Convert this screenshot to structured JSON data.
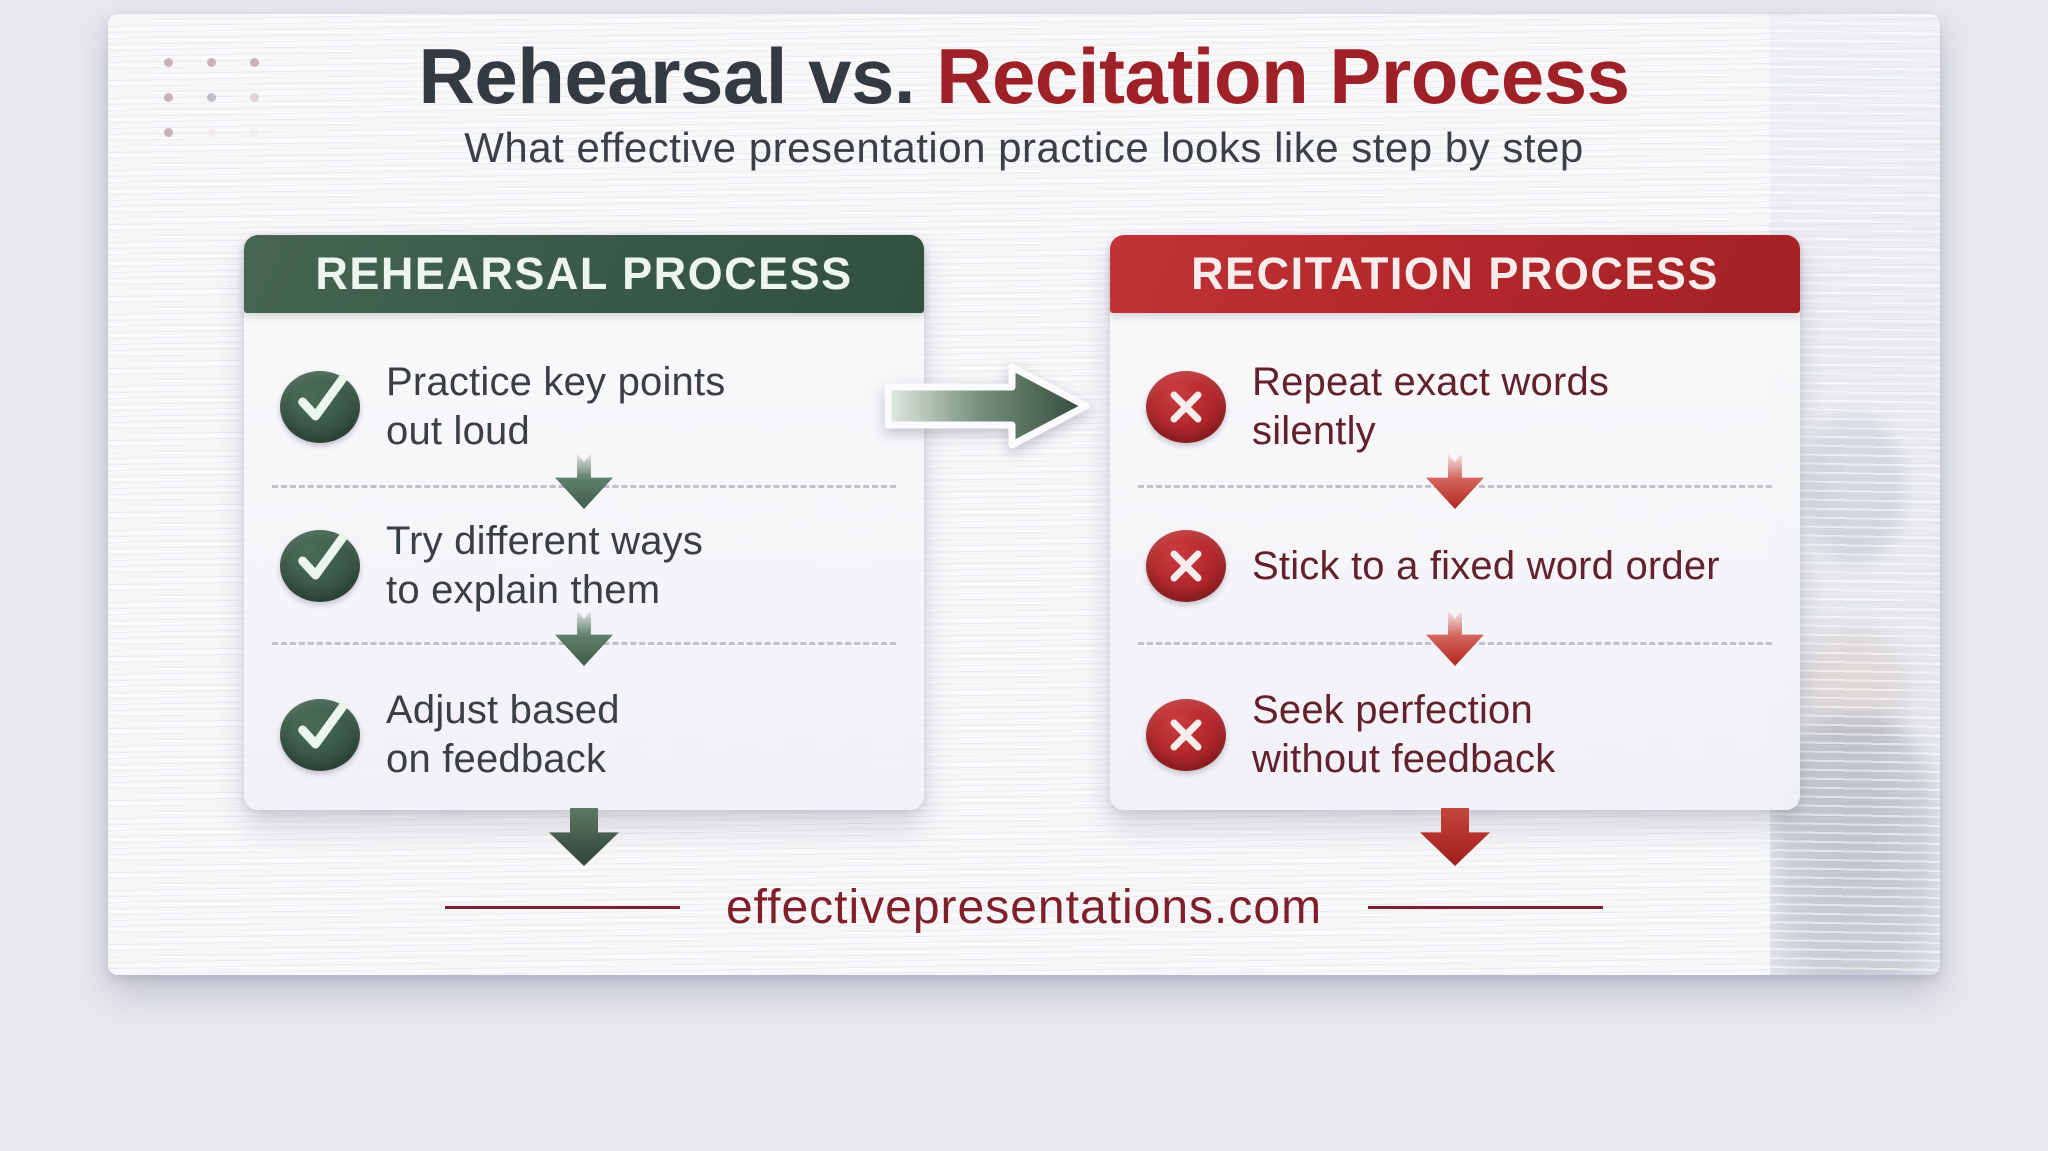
{
  "colors": {
    "page_bg": "#e8e9ef",
    "slide_bg": "#f7f6f8",
    "green_dark": "#3b5a4a",
    "green_deep": "#2f4a3c",
    "red_header": "#b4282c",
    "red_deep": "#951f23",
    "title_dark": "#343a41",
    "title_red": "#9e2127",
    "body_text": "#3a3e45",
    "maroon_text": "#63212e",
    "footer_red": "#7e1f2a"
  },
  "icons": {
    "left_item_icon": "check-icon",
    "right_item_icon": "x-icon",
    "flow_arrow": "arrow-right-icon",
    "step_arrow": "chevron-down-icon",
    "exit_arrow": "arrow-down-icon",
    "decoration": "dot-grid"
  },
  "slide": {
    "title_part1": "Rehearsal vs. ",
    "title_part2": "Recitation Process",
    "subtitle": "What effective presentation practice looks like step by step",
    "footer_site": "effectivepresentations.com",
    "left_panel": {
      "header": "REHEARSAL PROCESS",
      "items": [
        {
          "line1": "Practice key points",
          "line2": "out loud"
        },
        {
          "line1": "Try different ways",
          "line2": "to explain them"
        },
        {
          "line1": "Adjust based",
          "line2": "on feedback"
        }
      ]
    },
    "right_panel": {
      "header": "RECITATION PROCESS",
      "items": [
        {
          "line1": "Repeat exact words",
          "line2": "silently"
        },
        {
          "line1": "Stick to a fixed word order",
          "line2": ""
        },
        {
          "line1": "Seek perfection",
          "line2": "without feedback"
        }
      ]
    }
  }
}
